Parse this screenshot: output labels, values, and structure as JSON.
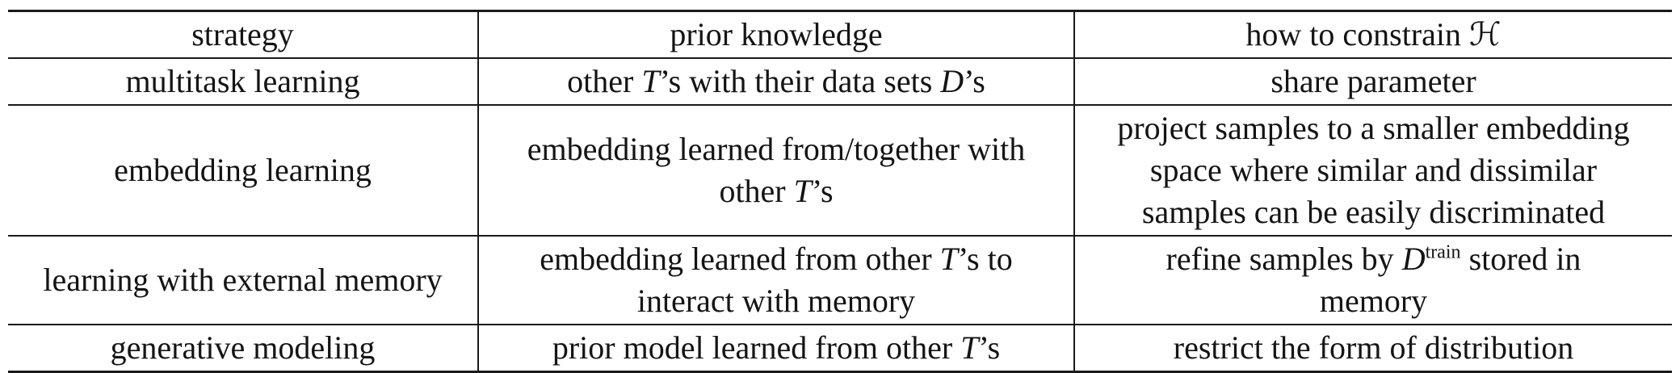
{
  "colors": {
    "background": "#ffffff",
    "text": "#141414",
    "rule": "#1a1a1a"
  },
  "table": {
    "header": [
      [
        {
          "t": "strategy"
        }
      ],
      [
        {
          "t": "prior knowledge"
        }
      ],
      [
        {
          "t": "how to constrain "
        },
        {
          "t": "ℋ",
          "s": "cal"
        }
      ]
    ],
    "rows": [
      [
        [
          {
            "t": "multitask learning"
          }
        ],
        [
          {
            "t": "other "
          },
          {
            "t": "T",
            "s": "i"
          },
          {
            "t": "’s with their data sets "
          },
          {
            "t": "D",
            "s": "i"
          },
          {
            "t": "’s"
          }
        ],
        [
          {
            "t": "share parameter"
          }
        ]
      ],
      [
        [
          {
            "t": "embedding learning"
          }
        ],
        [
          {
            "t": "embedding learned from/together with"
          },
          {
            "br": true
          },
          {
            "t": "other "
          },
          {
            "t": "T",
            "s": "i"
          },
          {
            "t": "’s"
          }
        ],
        [
          {
            "t": "project samples to a smaller embedding"
          },
          {
            "br": true
          },
          {
            "t": "space where similar and dissimilar"
          },
          {
            "br": true
          },
          {
            "t": "samples can be easily discriminated"
          }
        ]
      ],
      [
        [
          {
            "t": "learning with external memory"
          }
        ],
        [
          {
            "t": "embedding learned from other "
          },
          {
            "t": "T",
            "s": "i"
          },
          {
            "t": "’s to"
          },
          {
            "br": true
          },
          {
            "t": "interact with memory"
          }
        ],
        [
          {
            "t": "refine samples by "
          },
          {
            "t": "D",
            "s": "i"
          },
          {
            "t": "train",
            "s": "sup"
          },
          {
            "t": " stored in"
          },
          {
            "br": true
          },
          {
            "t": "memory"
          }
        ]
      ],
      [
        [
          {
            "t": "generative modeling"
          }
        ],
        [
          {
            "t": "prior model learned from other "
          },
          {
            "t": "T",
            "s": "i"
          },
          {
            "t": "’s"
          }
        ],
        [
          {
            "t": "restrict the form of distribution"
          }
        ]
      ]
    ]
  }
}
